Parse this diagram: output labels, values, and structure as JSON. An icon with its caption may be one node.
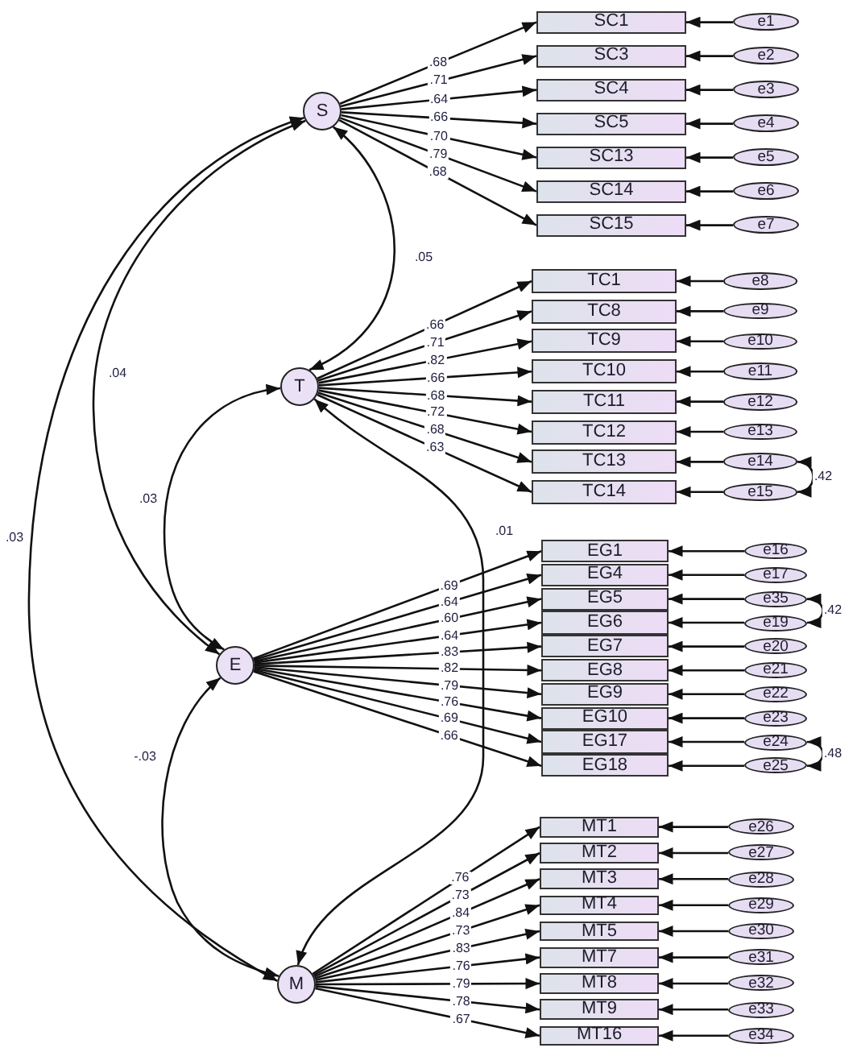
{
  "diagram": {
    "nodes": [
      {
        "text": [
          "S"
        ]
      },
      {
        "text": [
          "T"
        ]
      },
      {
        "text": [
          "E"
        ]
      },
      {
        "text": [
          "M"
        ]
      },
      {
        "text": [
          "SC1"
        ]
      },
      {
        "text": [
          "SC3"
        ]
      },
      {
        "text": [
          "SC4"
        ]
      },
      {
        "text": [
          "SC5"
        ]
      },
      {
        "text": [
          "SC13"
        ]
      },
      {
        "text": [
          "SC14"
        ]
      },
      {
        "text": [
          "SC15"
        ]
      },
      {
        "text": [
          "TC1"
        ]
      },
      {
        "text": [
          "TC8"
        ]
      },
      {
        "text": [
          "TC9"
        ]
      },
      {
        "text": [
          "TC10"
        ]
      },
      {
        "text": [
          "TC11"
        ]
      },
      {
        "text": [
          "TC12"
        ]
      },
      {
        "text": [
          "TC13"
        ]
      },
      {
        "text": [
          "TC14"
        ]
      },
      {
        "text": [
          "EG1"
        ]
      },
      {
        "text": [
          "EG4"
        ]
      },
      {
        "text": [
          "EG5"
        ]
      },
      {
        "text": [
          "EG6"
        ]
      },
      {
        "text": [
          "EG7"
        ]
      },
      {
        "text": [
          "EG8"
        ]
      },
      {
        "text": [
          "EG9"
        ]
      },
      {
        "text": [
          "EG10"
        ]
      },
      {
        "text": [
          "EG17"
        ]
      },
      {
        "text": [
          "EG18"
        ]
      },
      {
        "text": [
          "MT1"
        ]
      },
      {
        "text": [
          "MT2"
        ]
      },
      {
        "text": [
          "MT3"
        ]
      },
      {
        "text": [
          "MT4"
        ]
      },
      {
        "text": [
          "MT5"
        ]
      },
      {
        "text": [
          "MT7"
        ]
      },
      {
        "text": [
          "MT8"
        ]
      },
      {
        "text": [
          "MT9"
        ]
      },
      {
        "text": [
          "MT16"
        ]
      },
      {
        "text": [
          "e1"
        ]
      },
      {
        "text": [
          "e2"
        ]
      },
      {
        "text": [
          "e3"
        ]
      },
      {
        "text": [
          "e4"
        ]
      },
      {
        "text": [
          "e5"
        ]
      },
      {
        "text": [
          "e6"
        ]
      },
      {
        "text": [
          "e7"
        ]
      },
      {
        "text": [
          "e8"
        ]
      },
      {
        "text": [
          "e9"
        ]
      },
      {
        "text": [
          "e10"
        ]
      },
      {
        "text": [
          "e11"
        ]
      },
      {
        "text": [
          "e12"
        ]
      },
      {
        "text": [
          "e13"
        ]
      },
      {
        "text": [
          "e14"
        ]
      },
      {
        "text": [
          "e15"
        ]
      },
      {
        "text": [
          "e16"
        ]
      },
      {
        "text": [
          "e17"
        ]
      },
      {
        "text": [
          "e35"
        ]
      },
      {
        "text": [
          "e19"
        ]
      },
      {
        "text": [
          "e20"
        ]
      },
      {
        "text": [
          "e21"
        ]
      },
      {
        "text": [
          "e22"
        ]
      },
      {
        "text": [
          "e23"
        ]
      },
      {
        "text": [
          "e24"
        ]
      },
      {
        "text": [
          "e25"
        ]
      },
      {
        "text": [
          "e26"
        ]
      },
      {
        "text": [
          "e27"
        ]
      },
      {
        "text": [
          "e28"
        ]
      },
      {
        "text": [
          "e29"
        ]
      },
      {
        "text": [
          "e30"
        ]
      },
      {
        "text": [
          "e31"
        ]
      },
      {
        "text": [
          "e32"
        ]
      },
      {
        "text": [
          "e33"
        ]
      },
      {
        "text": [
          "e34"
        ]
      }
    ],
    "edges": [
      {
        "from": 0,
        "to": 4,
        "arrow": "to",
        "label": ".68"
      },
      {
        "from": 0,
        "to": 5,
        "arrow": "to",
        "label": ".71"
      },
      {
        "from": 0,
        "to": 6,
        "arrow": "to",
        "label": ".64"
      },
      {
        "from": 0,
        "to": 7,
        "arrow": "to",
        "label": ".66"
      },
      {
        "from": 0,
        "to": 8,
        "arrow": "to",
        "label": ".70"
      },
      {
        "from": 0,
        "to": 9,
        "arrow": "to",
        "label": ".79"
      },
      {
        "from": 0,
        "to": 10,
        "arrow": "to",
        "label": ".68"
      },
      {
        "from": 1,
        "to": 11,
        "arrow": "to",
        "label": ".66"
      },
      {
        "from": 1,
        "to": 12,
        "arrow": "to",
        "label": ".71"
      },
      {
        "from": 1,
        "to": 13,
        "arrow": "to",
        "label": ".82"
      },
      {
        "from": 1,
        "to": 14,
        "arrow": "to",
        "label": ".66"
      },
      {
        "from": 1,
        "to": 15,
        "arrow": "to",
        "label": ".68"
      },
      {
        "from": 1,
        "to": 16,
        "arrow": "to",
        "label": ".72"
      },
      {
        "from": 1,
        "to": 17,
        "arrow": "to",
        "label": ".68"
      },
      {
        "from": 1,
        "to": 18,
        "arrow": "to",
        "label": ".63"
      },
      {
        "from": 2,
        "to": 19,
        "arrow": "to",
        "label": ".69"
      },
      {
        "from": 2,
        "to": 20,
        "arrow": "to",
        "label": ".64"
      },
      {
        "from": 2,
        "to": 21,
        "arrow": "to",
        "label": ".60"
      },
      {
        "from": 2,
        "to": 22,
        "arrow": "to",
        "label": ".64"
      },
      {
        "from": 2,
        "to": 23,
        "arrow": "to",
        "label": ".83"
      },
      {
        "from": 2,
        "to": 24,
        "arrow": "to",
        "label": ".82"
      },
      {
        "from": 2,
        "to": 25,
        "arrow": "to",
        "label": ".79"
      },
      {
        "from": 2,
        "to": 26,
        "arrow": "to",
        "label": ".76"
      },
      {
        "from": 2,
        "to": 27,
        "arrow": "to",
        "label": ".69"
      },
      {
        "from": 2,
        "to": 28,
        "arrow": "to",
        "label": ".66"
      },
      {
        "from": 3,
        "to": 29,
        "arrow": "to",
        "label": ".76"
      },
      {
        "from": 3,
        "to": 30,
        "arrow": "to",
        "label": ".73"
      },
      {
        "from": 3,
        "to": 31,
        "arrow": "to",
        "label": ".84"
      },
      {
        "from": 3,
        "to": 32,
        "arrow": "to",
        "label": ".73"
      },
      {
        "from": 3,
        "to": 33,
        "arrow": "to",
        "label": ".83"
      },
      {
        "from": 3,
        "to": 34,
        "arrow": "to",
        "label": ".76"
      },
      {
        "from": 3,
        "to": 35,
        "arrow": "to",
        "label": ".79"
      },
      {
        "from": 3,
        "to": 36,
        "arrow": "to",
        "label": ".78"
      },
      {
        "from": 3,
        "to": 37,
        "arrow": "to",
        "label": ".67"
      },
      {
        "from": 38,
        "to": 4,
        "arrow": "to"
      },
      {
        "from": 39,
        "to": 5,
        "arrow": "to"
      },
      {
        "from": 40,
        "to": 6,
        "arrow": "to"
      },
      {
        "from": 41,
        "to": 7,
        "arrow": "to"
      },
      {
        "from": 42,
        "to": 8,
        "arrow": "to"
      },
      {
        "from": 43,
        "to": 9,
        "arrow": "to"
      },
      {
        "from": 44,
        "to": 10,
        "arrow": "to"
      },
      {
        "from": 45,
        "to": 11,
        "arrow": "to"
      },
      {
        "from": 46,
        "to": 12,
        "arrow": "to"
      },
      {
        "from": 47,
        "to": 13,
        "arrow": "to"
      },
      {
        "from": 48,
        "to": 14,
        "arrow": "to"
      },
      {
        "from": 49,
        "to": 15,
        "arrow": "to"
      },
      {
        "from": 50,
        "to": 16,
        "arrow": "to"
      },
      {
        "from": 51,
        "to": 17,
        "arrow": "to"
      },
      {
        "from": 52,
        "to": 18,
        "arrow": "to"
      },
      {
        "from": 53,
        "to": 19,
        "arrow": "to"
      },
      {
        "from": 54,
        "to": 20,
        "arrow": "to"
      },
      {
        "from": 55,
        "to": 21,
        "arrow": "to"
      },
      {
        "from": 56,
        "to": 22,
        "arrow": "to"
      },
      {
        "from": 57,
        "to": 23,
        "arrow": "to"
      },
      {
        "from": 58,
        "to": 24,
        "arrow": "to"
      },
      {
        "from": 59,
        "to": 25,
        "arrow": "to"
      },
      {
        "from": 60,
        "to": 26,
        "arrow": "to"
      },
      {
        "from": 61,
        "to": 27,
        "arrow": "to"
      },
      {
        "from": 62,
        "to": 28,
        "arrow": "to"
      },
      {
        "from": 63,
        "to": 29,
        "arrow": "to"
      },
      {
        "from": 64,
        "to": 30,
        "arrow": "to"
      },
      {
        "from": 65,
        "to": 31,
        "arrow": "to"
      },
      {
        "from": 66,
        "to": 32,
        "arrow": "to"
      },
      {
        "from": 67,
        "to": 33,
        "arrow": "to"
      },
      {
        "from": 68,
        "to": 34,
        "arrow": "to"
      },
      {
        "from": 69,
        "to": 35,
        "arrow": "to"
      },
      {
        "from": 70,
        "to": 36,
        "arrow": "to"
      },
      {
        "from": 71,
        "to": 37,
        "arrow": "to"
      },
      {
        "from": 0,
        "to": 1,
        "arrow": "both",
        "label": ".05"
      },
      {
        "from": 0,
        "to": 2,
        "arrow": "both",
        "label": ".04"
      },
      {
        "from": 0,
        "to": 3,
        "arrow": "both",
        "label": ".03"
      },
      {
        "from": 1,
        "to": 2,
        "arrow": "both",
        "label": ".03"
      },
      {
        "from": 1,
        "to": 3,
        "arrow": "both",
        "label": ".01"
      },
      {
        "from": 2,
        "to": 3,
        "arrow": "both",
        "label": "-.03"
      },
      {
        "from": 51,
        "to": 52,
        "arrow": "both",
        "label": ".42"
      },
      {
        "from": 55,
        "to": 56,
        "arrow": "both",
        "label": ".42"
      },
      {
        "from": 61,
        "to": 62,
        "arrow": "both",
        "label": ".48"
      }
    ]
  }
}
